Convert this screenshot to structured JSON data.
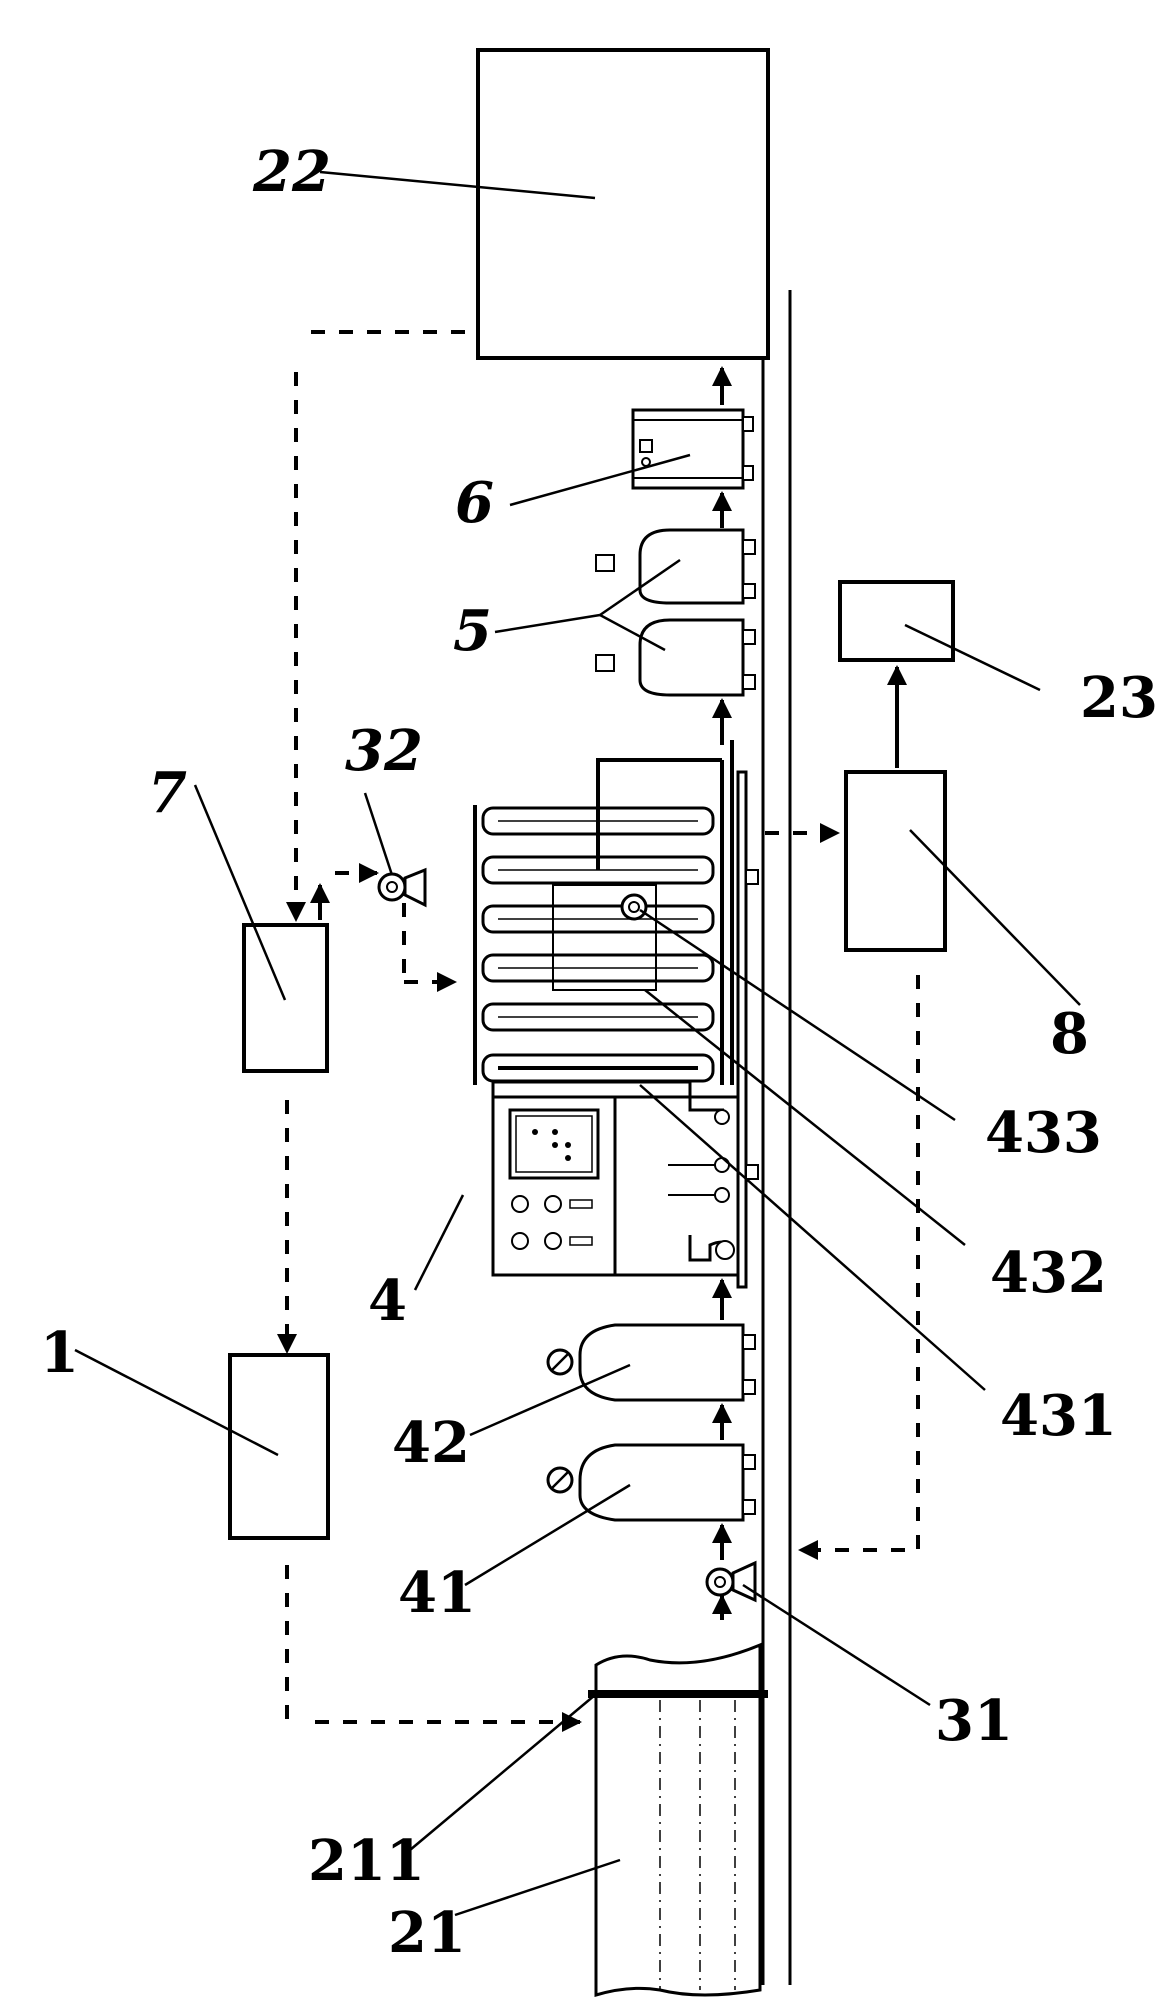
{
  "labels": {
    "l22": "22",
    "l6": "6",
    "l5": "5",
    "l23": "23",
    "l32": "32",
    "l7": "7",
    "l8": "8",
    "l433": "433",
    "l432": "432",
    "l4": "4",
    "l431": "431",
    "l1": "1",
    "l42": "42",
    "l41": "41",
    "l31": "31",
    "l211": "211",
    "l21": "21"
  }
}
